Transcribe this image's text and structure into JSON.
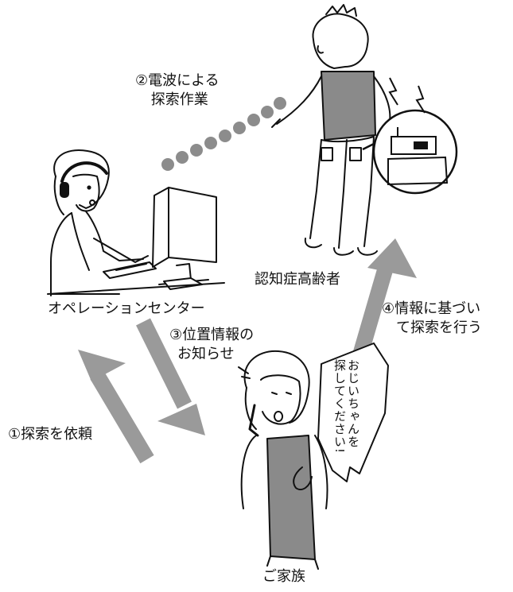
{
  "labels": {
    "radio_search": [
      "②電波による",
      "探索作業"
    ],
    "elderly": "認知症高齢者",
    "operation_center": "オペレーションセンター",
    "location_notice": [
      "③位置情報の",
      "お知らせ"
    ],
    "search_based_on_info": [
      "④情報に基づい",
      "て探索を行う"
    ],
    "request_search": "①探索を依頼",
    "family": "ご家族"
  },
  "speech_bubble": {
    "columns": [
      "おじいちゃんを",
      "探してください!"
    ]
  },
  "colors": {
    "arrow": "#9a9a9a",
    "dots": "#8c8c8c",
    "ink": "#111111",
    "fill_gray": "#8a8a8a"
  }
}
